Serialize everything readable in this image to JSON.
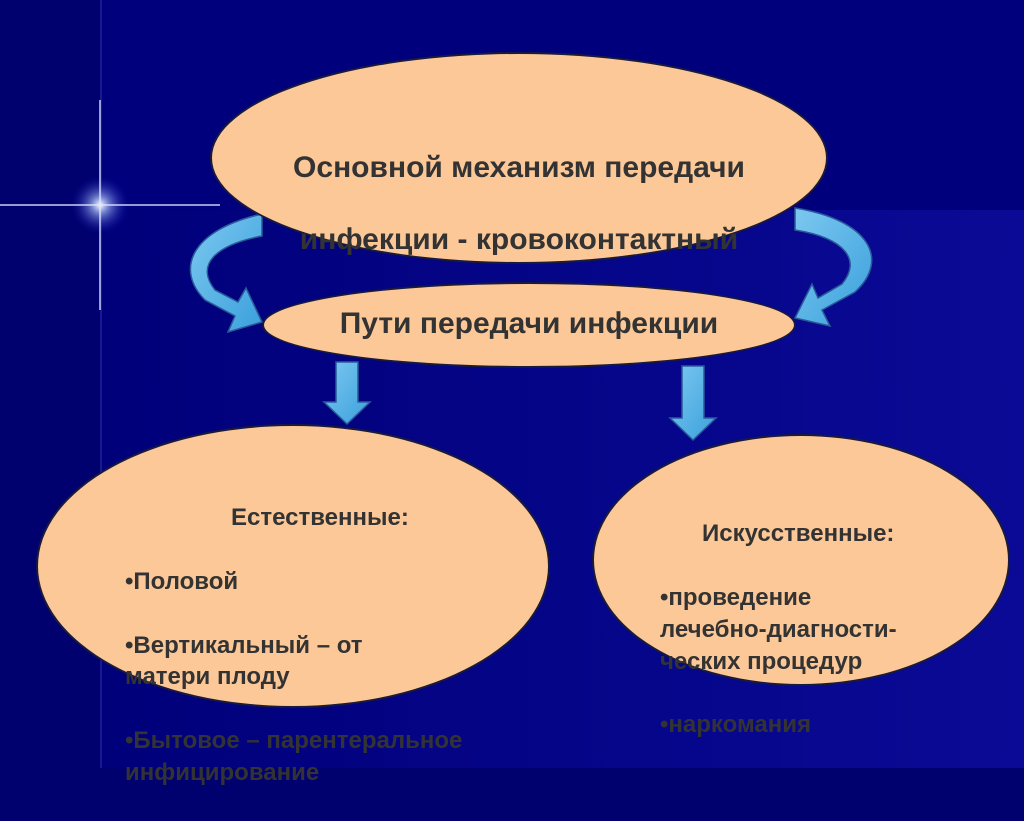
{
  "main": {
    "title_line1": "Основной механизм передачи",
    "title_line2": "инфекции - кровоконтактный"
  },
  "routes": {
    "label": "Пути передачи инфекции"
  },
  "natural": {
    "heading": "Естественные:",
    "items": [
      "•Половой",
      "•Вертикальный – от\n  матери плоду",
      "•Бытовое – парентеральное\n  инфицирование"
    ]
  },
  "artificial": {
    "heading": "Искусственные:",
    "items": [
      "•проведение\nлечебно-диагности-\nческих процедур",
      "•наркомания"
    ]
  },
  "colors": {
    "background": "#00006e",
    "oval_fill": "#fcc898",
    "arrow": "#5ab4e6",
    "text": "#333333"
  }
}
